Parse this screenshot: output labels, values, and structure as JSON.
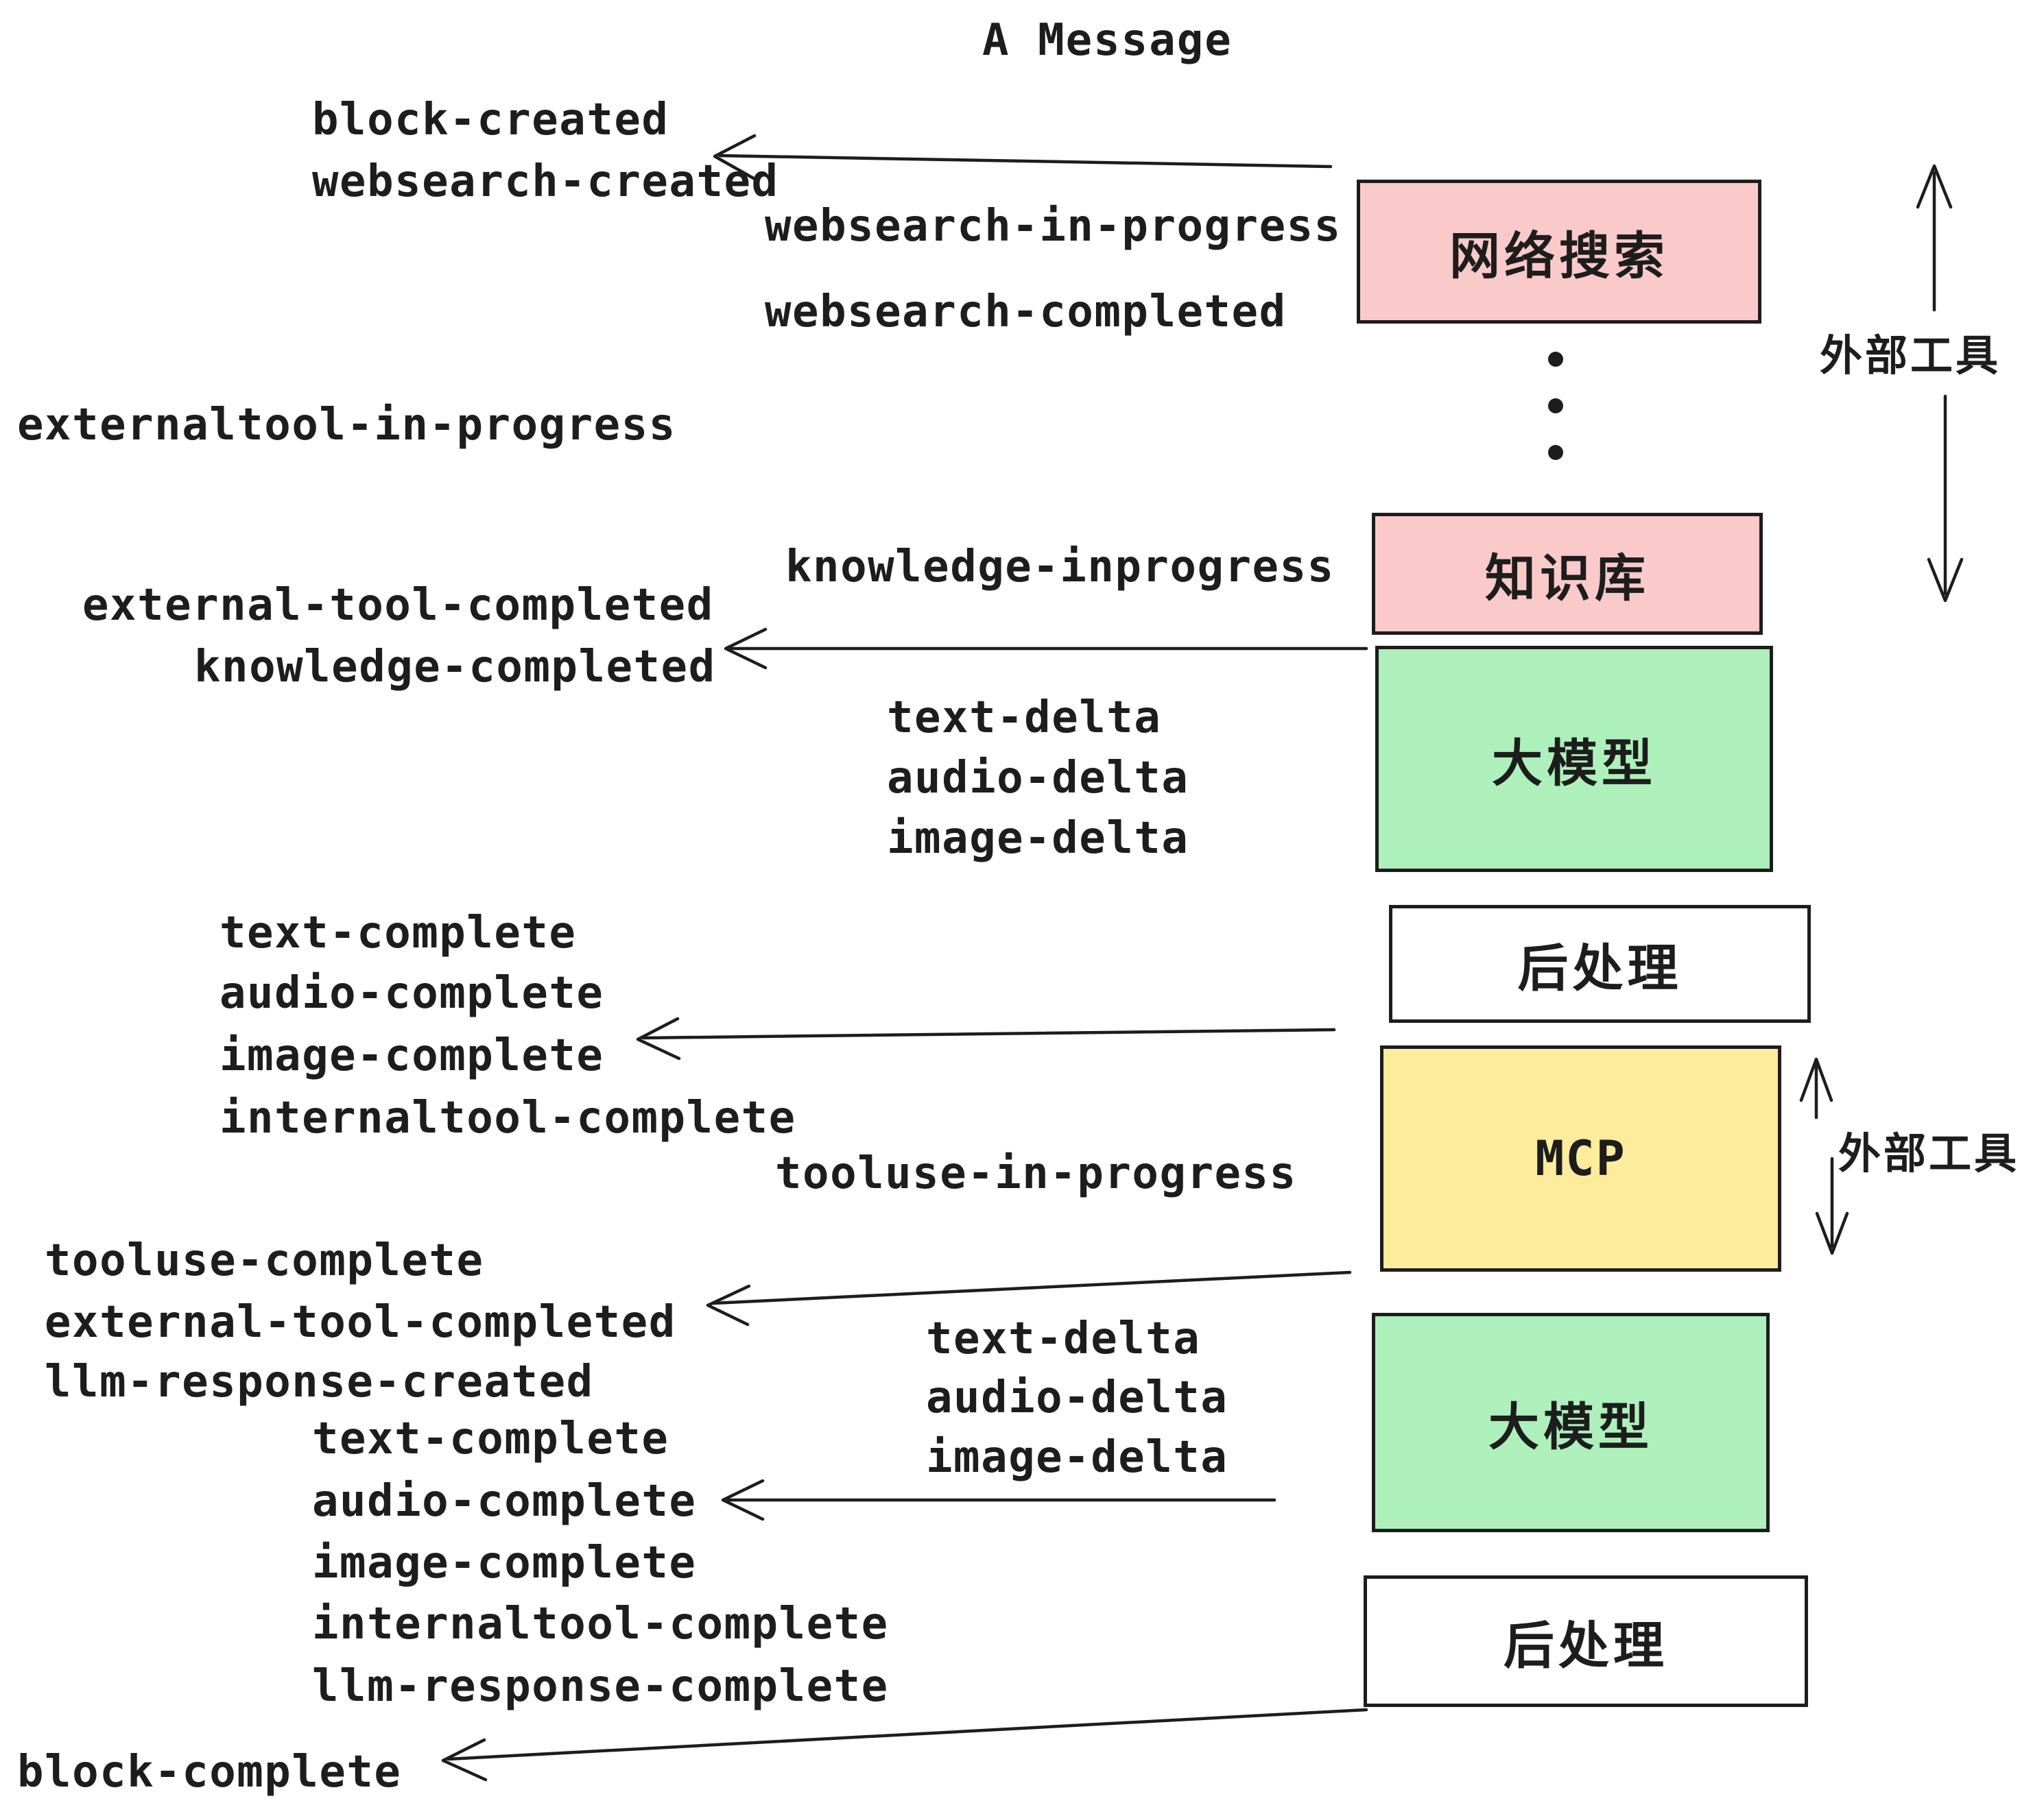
{
  "title": "A Message",
  "events": [
    {
      "id": "block-created",
      "text": "block-created"
    },
    {
      "id": "websearch-created",
      "text": "websearch-created"
    },
    {
      "id": "websearch-in-progress",
      "text": "websearch-in-progress"
    },
    {
      "id": "websearch-completed",
      "text": "websearch-completed"
    },
    {
      "id": "externaltool-in-progress",
      "text": "externaltool-in-progress"
    },
    {
      "id": "knowledge-inprogress",
      "text": "knowledge-inprogress"
    },
    {
      "id": "external-tool-completed-1",
      "text": "external-tool-completed"
    },
    {
      "id": "knowledge-completed",
      "text": "knowledge-completed"
    },
    {
      "id": "text-delta-1",
      "text": "text-delta"
    },
    {
      "id": "audio-delta-1",
      "text": "audio-delta"
    },
    {
      "id": "image-delta-1",
      "text": "image-delta"
    },
    {
      "id": "text-complete-1",
      "text": "text-complete"
    },
    {
      "id": "audio-complete-1",
      "text": "audio-complete"
    },
    {
      "id": "image-complete-1",
      "text": "image-complete"
    },
    {
      "id": "internaltool-complete-1",
      "text": "internaltool-complete"
    },
    {
      "id": "tooluse-in-progress",
      "text": "tooluse-in-progress"
    },
    {
      "id": "tooluse-complete",
      "text": "tooluse-complete"
    },
    {
      "id": "external-tool-completed-2",
      "text": "external-tool-completed"
    },
    {
      "id": "llm-response-created",
      "text": "llm-response-created"
    },
    {
      "id": "text-delta-2",
      "text": "text-delta"
    },
    {
      "id": "audio-delta-2",
      "text": "audio-delta"
    },
    {
      "id": "image-delta-2",
      "text": "image-delta"
    },
    {
      "id": "text-complete-2",
      "text": "text-complete"
    },
    {
      "id": "audio-complete-2",
      "text": "audio-complete"
    },
    {
      "id": "image-complete-2",
      "text": "image-complete"
    },
    {
      "id": "internaltool-complete-2",
      "text": "internaltool-complete"
    },
    {
      "id": "llm-response-complete",
      "text": "llm-response-complete"
    },
    {
      "id": "block-complete",
      "text": "block-complete"
    }
  ],
  "boxes": [
    {
      "id": "websearch",
      "label": "网络搜索",
      "color": "#fac9c9"
    },
    {
      "id": "knowledge",
      "label": "知识库",
      "color": "#fac9c9"
    },
    {
      "id": "llm-1",
      "label": "大模型",
      "color": "#aef0bb"
    },
    {
      "id": "postprocess-1",
      "label": "后处理",
      "color": "#ffffff"
    },
    {
      "id": "mcp",
      "label": "MCP",
      "color": "#fdec9c"
    },
    {
      "id": "llm-2",
      "label": "大模型",
      "color": "#aef0bb"
    },
    {
      "id": "postprocess-2",
      "label": "后处理",
      "color": "#ffffff"
    }
  ],
  "annotations": {
    "external_tool_top": "外部工具",
    "external_tool_mcp": "外部工具"
  },
  "colors": {
    "ink": "#1d1d1d",
    "pink": "#fac9c9",
    "green": "#aef0bb",
    "yellow": "#fdec9c",
    "white": "#ffffff"
  }
}
